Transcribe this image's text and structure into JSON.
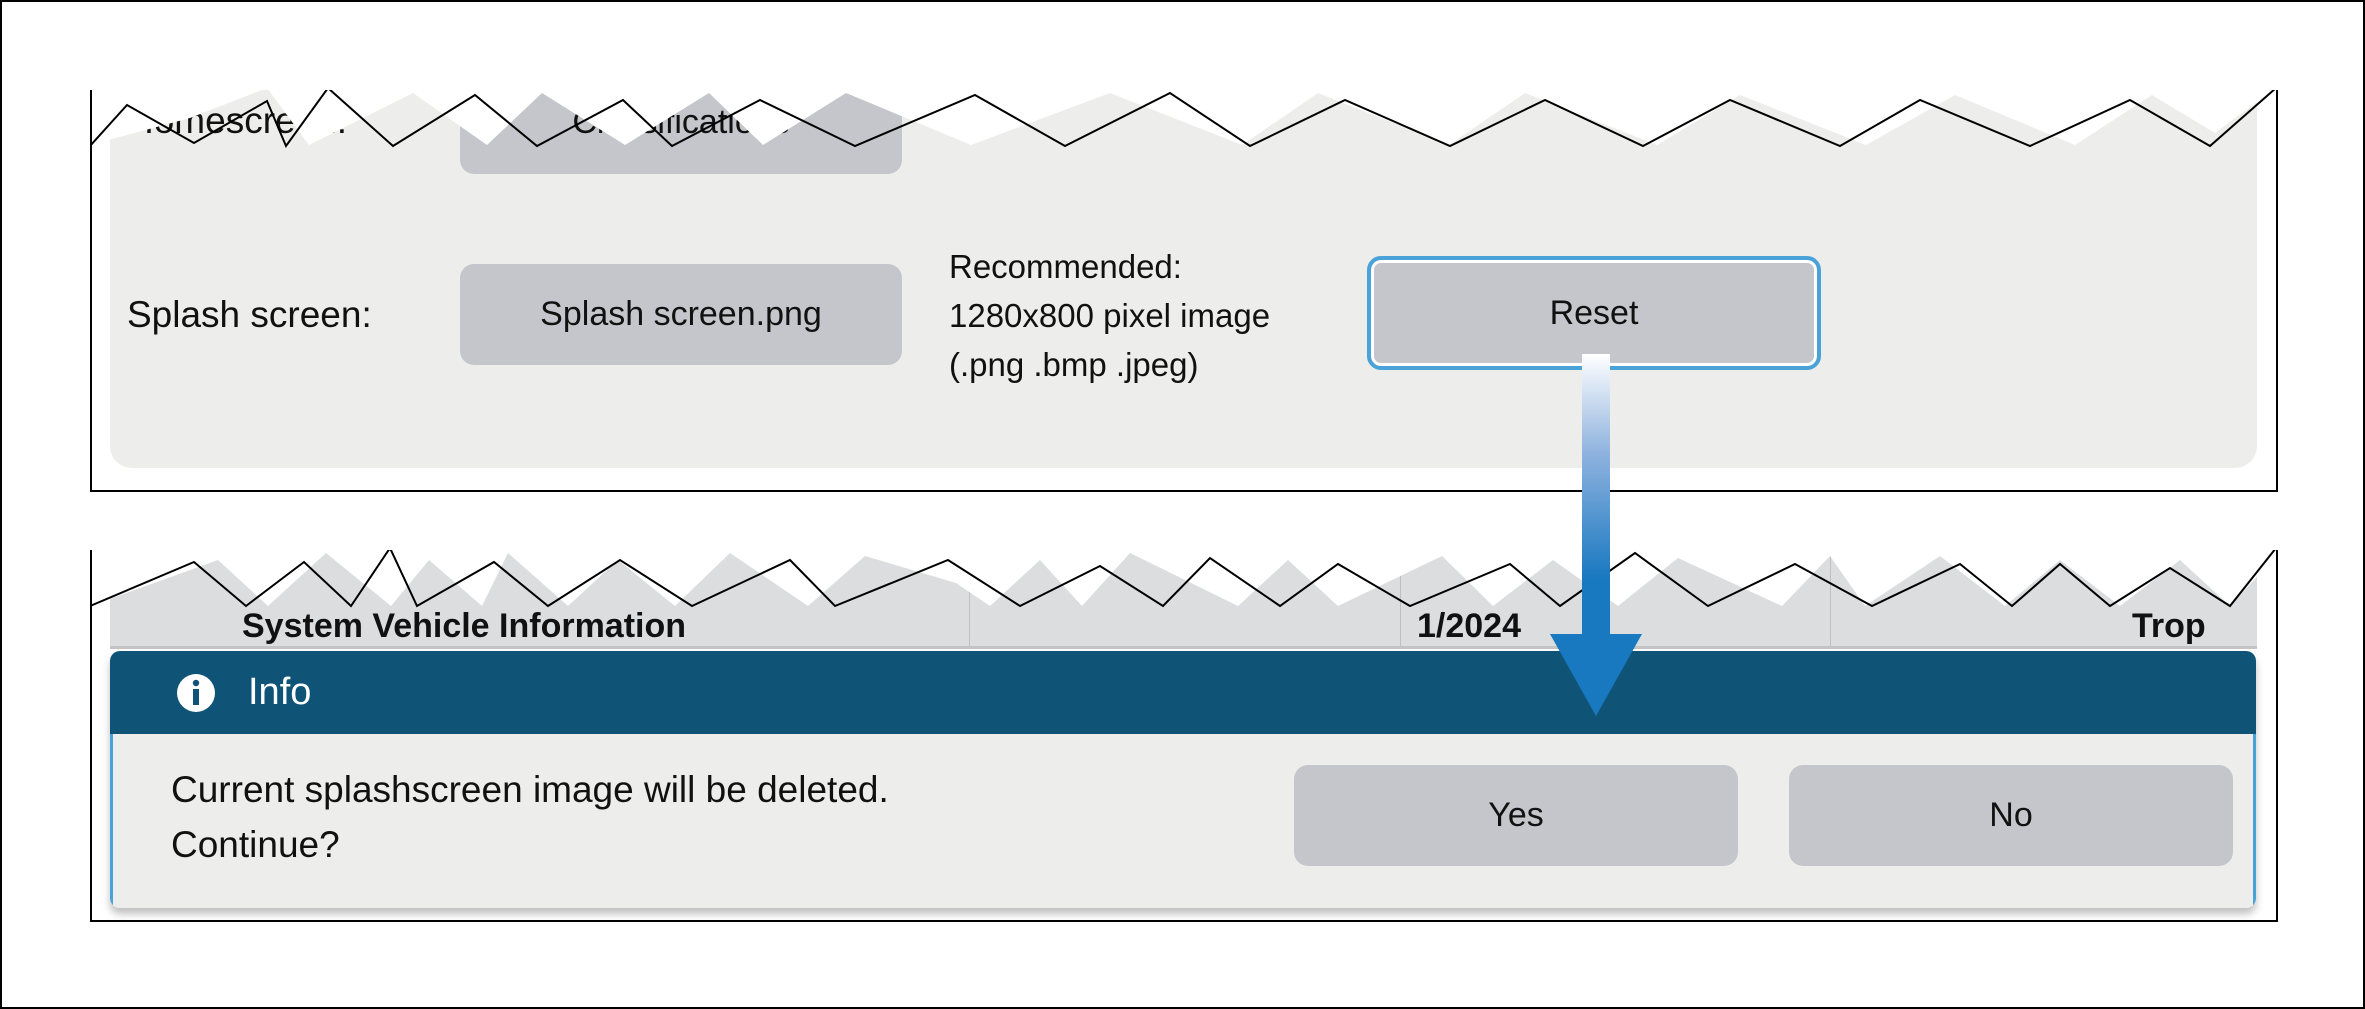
{
  "settings": {
    "homescreen_label": "Homescreen:",
    "homescreen_button": "Classifications",
    "splash_label": "Splash screen:",
    "splash_button": "Splash screen.png",
    "recommended_line1": "Recommended:",
    "recommended_line2": "1280x800 pixel image",
    "recommended_line3": "(.png .bmp .jpeg)",
    "reset_button": "Reset"
  },
  "table_header": {
    "col1": "System Vehicle Information",
    "col3": "1/2024",
    "col4": "Trop"
  },
  "dialog": {
    "icon": "info-icon",
    "title": "Info",
    "message_line1": "Current splashscreen image will be deleted.",
    "message_line2": "Continue?",
    "yes_button": "Yes",
    "no_button": "No"
  },
  "colors": {
    "dialog_header": "#0f5477",
    "focus_outline": "#4aa3d8",
    "button": "#c5c6cb",
    "panel": "#ededeb",
    "arrow": "#1878c0"
  }
}
